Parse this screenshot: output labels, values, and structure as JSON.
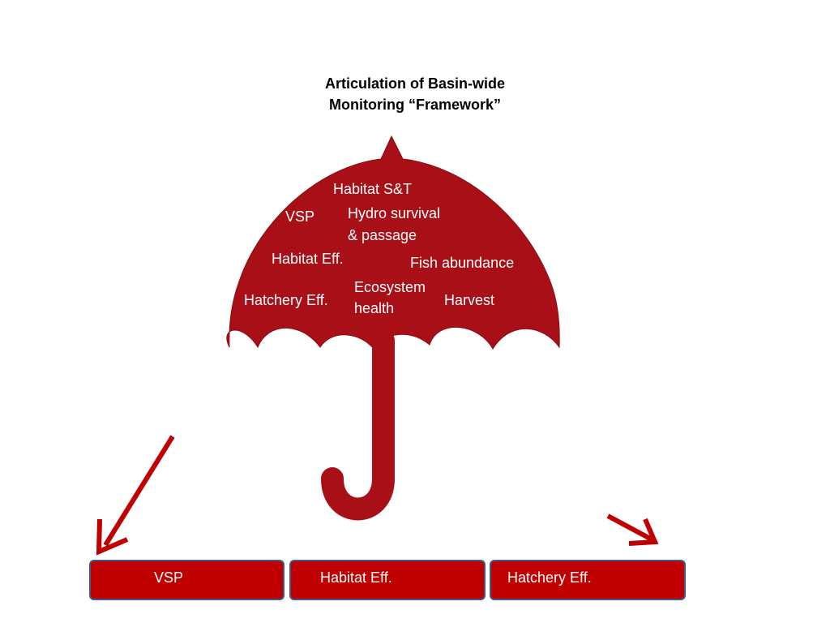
{
  "title": {
    "line1": "Articulation of Basin-wide",
    "line2": "Monitoring “Framework”"
  },
  "umbrella": {
    "color": "#a80f16",
    "labels": {
      "habitat_st": "Habitat  S&T",
      "vsp": "VSP",
      "hydro_line1": "Hydro survival",
      "hydro_line2": "& passage",
      "habitat_eff": "Habitat Eff.",
      "fish_abundance": "Fish abundance",
      "ecosystem_line1": "Ecosystem",
      "ecosystem_line2": "health",
      "hatchery_eff": "Hatchery Eff.",
      "harvest": "Harvest"
    }
  },
  "boxes": [
    {
      "label": "VSP"
    },
    {
      "label": "Habitat Eff."
    },
    {
      "label": "Hatchery Eff."
    }
  ],
  "colors": {
    "box_fill": "#c00000",
    "box_border": "#3f5b8c",
    "arrow": "#c00000"
  }
}
